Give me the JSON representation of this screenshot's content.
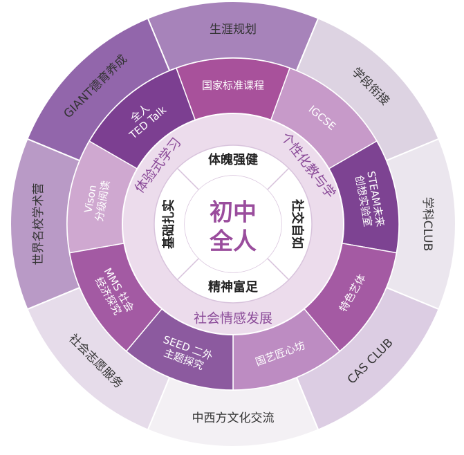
{
  "center": {
    "line1": "初中",
    "line2": "全人"
  },
  "inner_ring": [
    "体魄强健",
    "社交自如",
    "精神富足",
    "基础扎实"
  ],
  "middle_ring": [
    "体验式学习",
    "个性化教与学",
    "社会情感发展"
  ],
  "program_ring": [
    {
      "lines": [
        "国家标准课程"
      ],
      "color": "#a8519b"
    },
    {
      "lines": [
        "IGCSE"
      ],
      "color": "#c79ac9"
    },
    {
      "lines": [
        "STEAM未来",
        "创想实验室"
      ],
      "color": "#7d4392"
    },
    {
      "lines": [
        "特色艺体"
      ],
      "color": "#a45aa3"
    },
    {
      "lines": [
        "国艺匠心坊"
      ],
      "color": "#bd8cc2"
    },
    {
      "lines": [
        "SEED 二外",
        "主题探究"
      ],
      "color": "#8c5a9f"
    },
    {
      "lines": [
        "MMS 社会",
        "经济探究"
      ],
      "color": "#a35aa3"
    },
    {
      "lines": [
        "Vison",
        "分级阅读"
      ],
      "color": "#cfa8d0"
    },
    {
      "lines": [
        "全人",
        "TED Talk"
      ],
      "color": "#7c3f91"
    }
  ],
  "outer_ring": [
    {
      "label": "生涯规划",
      "color": "#a783ba"
    },
    {
      "label": "学段衔接",
      "color": "#ddd3e2"
    },
    {
      "label": "学科CLUB",
      "color": "#ebe6ee"
    },
    {
      "label": "CAS CLUB",
      "color": "#dccde3"
    },
    {
      "label": "中西方文化交流",
      "color": "#f3f0f4"
    },
    {
      "label": "社会志愿服务",
      "color": "#e6dcea"
    },
    {
      "label": "世界名校学术营",
      "color": "#b99ac6"
    },
    {
      "label": "GIANT德育养成",
      "color": "#9266ab"
    }
  ],
  "colors": {
    "outer_ring_border": "#ffffff",
    "middle_ring": "#ecdcec",
    "middle_ring_text": "#8a4a98",
    "inner_ring": "#ffffff",
    "inner_ring_text": "#222222",
    "center_text": "#9a4d9d",
    "program_text": "#ffffff",
    "outer_text": "#333333"
  }
}
